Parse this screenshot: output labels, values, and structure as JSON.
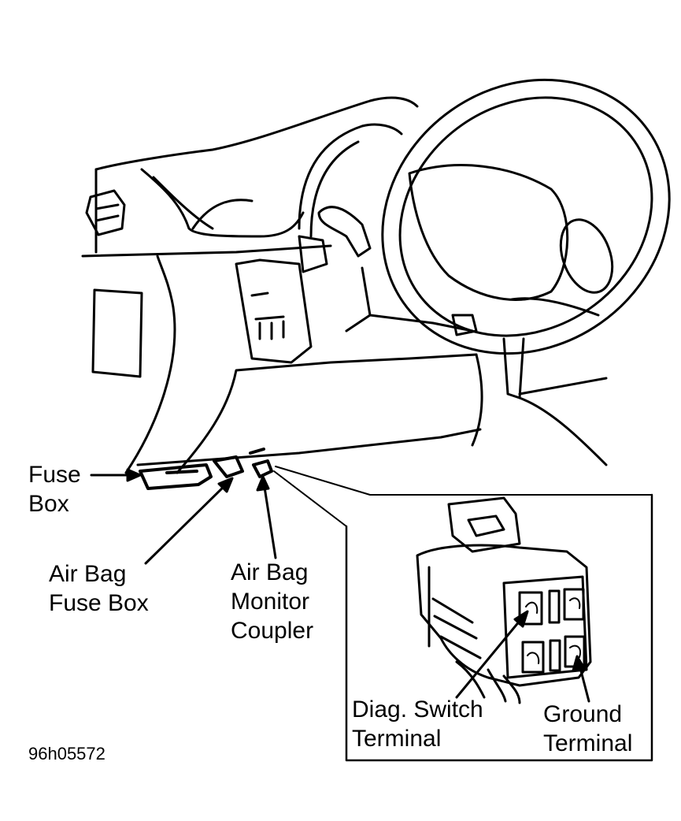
{
  "labels": {
    "fuse_box": [
      "Fuse",
      "Box"
    ],
    "air_bag_fuse_box": [
      "Air Bag",
      "Fuse Box"
    ],
    "air_bag_monitor_coupler": [
      "Air Bag",
      "Monitor",
      "Coupler"
    ],
    "diag_switch_terminal": [
      "Diag. Switch",
      "Terminal"
    ],
    "ground_terminal": [
      "Ground",
      "Terminal"
    ]
  },
  "figure_code": "96h05572",
  "colors": {
    "ink": "#000000",
    "paper": "#ffffff"
  }
}
